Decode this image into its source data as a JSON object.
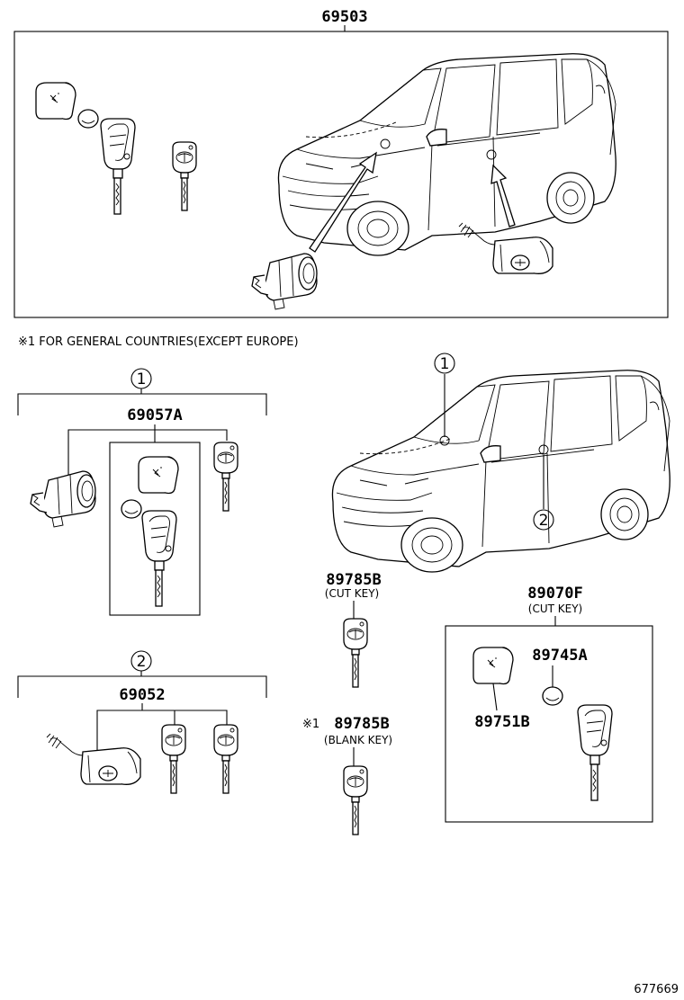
{
  "labels": {
    "top_assembly": "69503",
    "note": "※1 FOR GENERAL COUNTRIES(EXCEPT EUROPE)",
    "group1_marker": "1",
    "group1_part": "69057A",
    "group2_marker": "2",
    "group2_part": "69052",
    "car_marker_1": "1",
    "car_marker_2": "2",
    "cut_key_part": "89785B",
    "cut_key_sub": "(CUT KEY)",
    "blank_key_prefix": "※1",
    "blank_key_part": "89785B",
    "blank_key_sub": "(BLANK KEY)",
    "remote_key_part": "89070F",
    "remote_key_sub": "(CUT KEY)",
    "battery_part": "89745A",
    "cover_part": "89751B",
    "diagram_number": "677669"
  }
}
